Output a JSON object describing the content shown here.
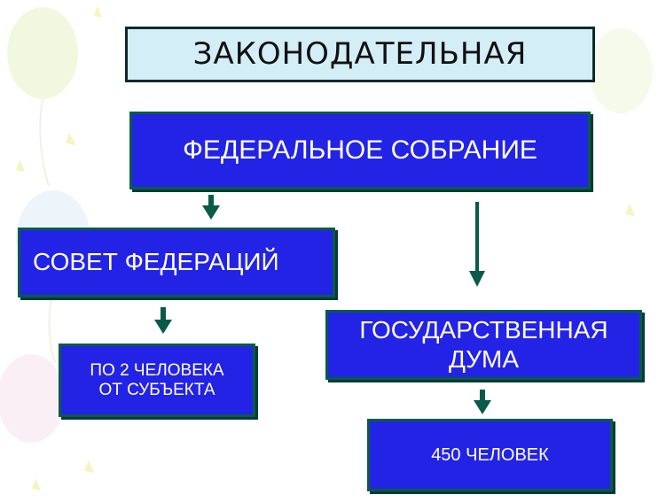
{
  "title": "ЗАКОНОДАТЕЛЬНАЯ",
  "federal_assembly": "ФЕДЕРАЛЬНОЕ СОБРАНИЕ",
  "federation_council": "СОВЕТ ФЕДЕРАЦИЙ",
  "state_duma_line1": "ГОСУДАРСТВЕННАЯ",
  "state_duma_line2": "ДУМА",
  "council_members_line1": "ПО 2 ЧЕЛОВЕКА",
  "council_members_line2": "ОТ СУБЪЕКТА",
  "duma_members": "450 ЧЕЛОВЕК",
  "colors": {
    "box_fill": "#2323e6",
    "box_border": "#0a5a4a",
    "title_fill": "#d4eef7",
    "arrow": "#0a5a4a"
  }
}
